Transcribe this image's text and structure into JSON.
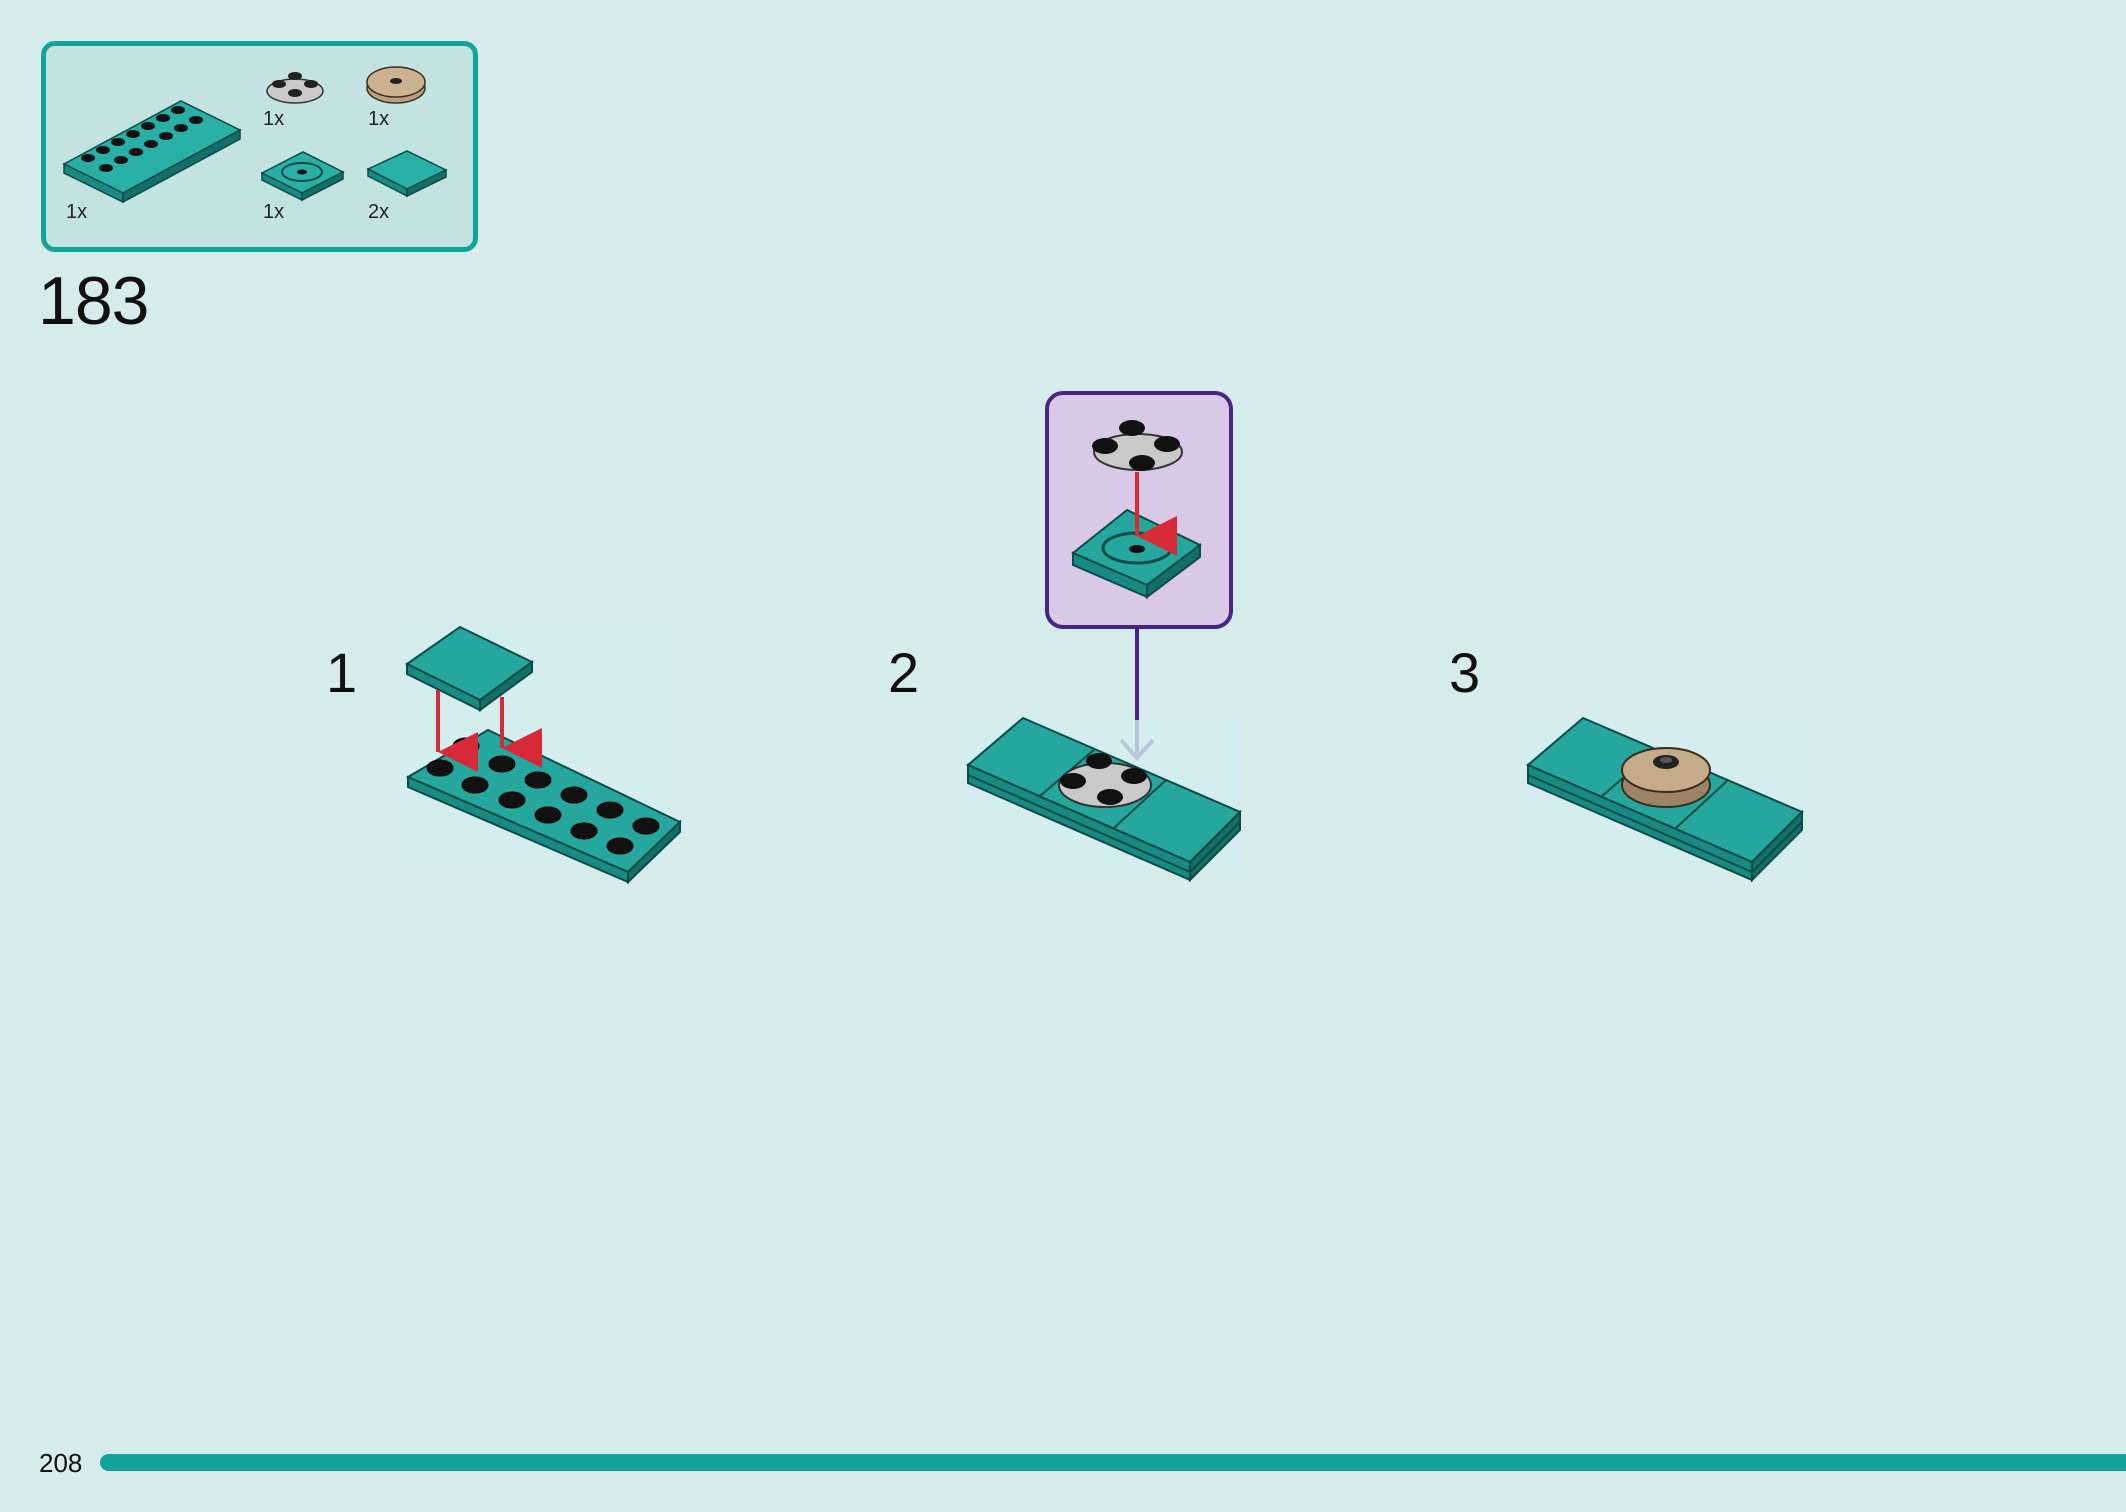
{
  "step": {
    "number": "183"
  },
  "parts": [
    {
      "name": "plate-2x8-teal",
      "qty": "1x"
    },
    {
      "name": "plate-round-4stud-grey",
      "qty": "1x"
    },
    {
      "name": "tile-round-tan",
      "qty": "1x"
    },
    {
      "name": "plate-2x2-turntable-base-teal",
      "qty": "1x"
    },
    {
      "name": "tile-2x2-teal",
      "qty": "2x"
    }
  ],
  "substeps": [
    {
      "label": "1"
    },
    {
      "label": "2"
    },
    {
      "label": "3"
    }
  ],
  "footer": {
    "page_number": "208"
  },
  "colors": {
    "background": "#d6ecea",
    "accent_teal": "#14a39b",
    "brick_teal": "#1f9e96",
    "arrow_red": "#d62b36",
    "callout_border": "#4a2485",
    "callout_fill": "#d9c9e6",
    "grey_part": "#b9b9b9",
    "tan_part": "#b8a081"
  }
}
